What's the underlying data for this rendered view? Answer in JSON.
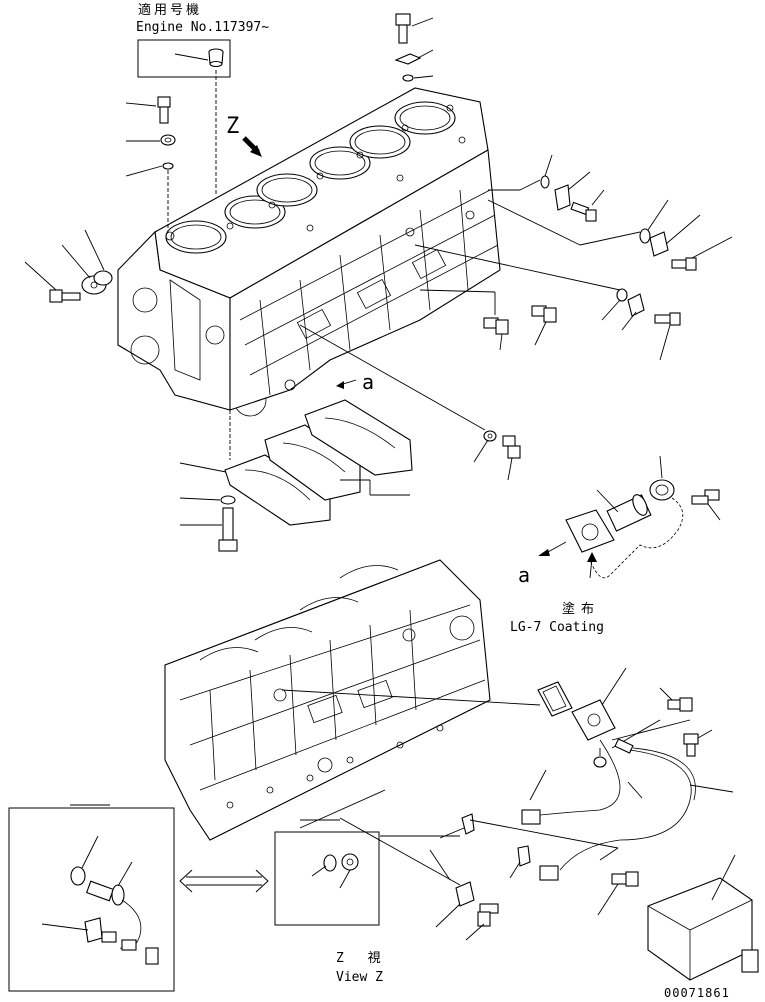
{
  "header": {
    "applicability_jp": "適用号機",
    "engine_no": "Engine No.117397~"
  },
  "view_marker": "Z",
  "ref_letter_a_top": "a",
  "ref_letter_a_mid": "a",
  "coating": {
    "jp": "塗布",
    "en": "LG-7 Coating"
  },
  "view_z": {
    "jp": "Z 視",
    "en": "View Z"
  },
  "drawing_number": "00071861"
}
